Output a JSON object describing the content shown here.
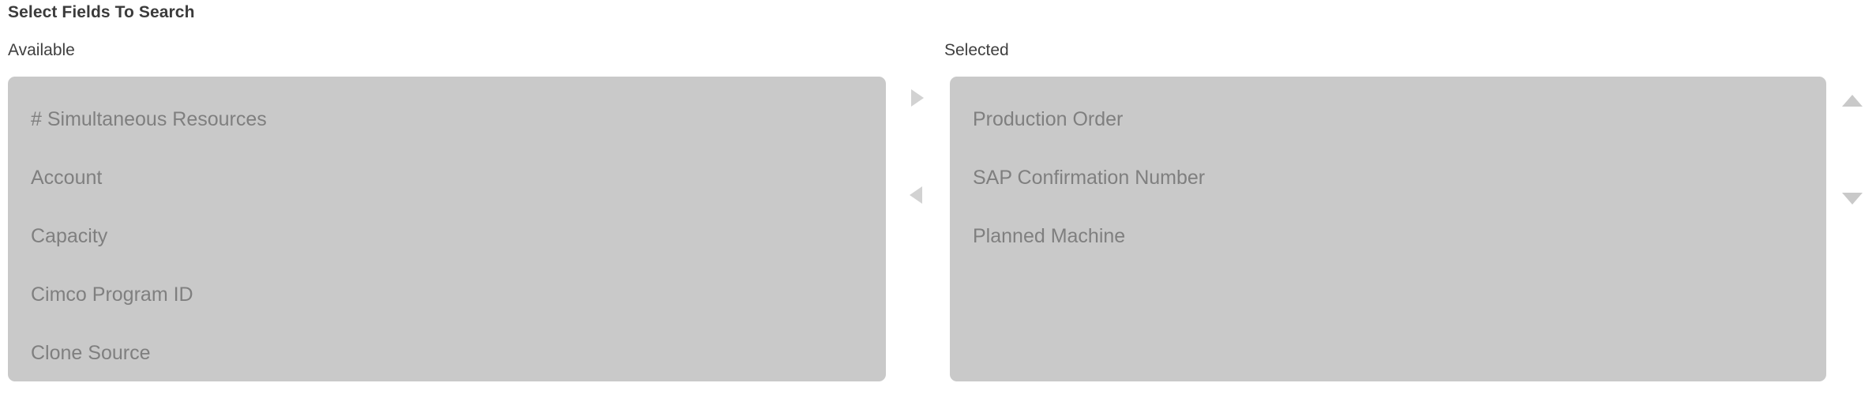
{
  "widget": {
    "title": "Select Fields To Search"
  },
  "available": {
    "label": "Available",
    "items": [
      {
        "label": "# Simultaneous Resources"
      },
      {
        "label": "Account"
      },
      {
        "label": "Capacity"
      },
      {
        "label": "Cimco Program ID"
      },
      {
        "label": "Clone Source"
      }
    ]
  },
  "selected": {
    "label": "Selected",
    "items": [
      {
        "label": "Production Order"
      },
      {
        "label": "SAP Confirmation Number"
      },
      {
        "label": "Planned Machine"
      }
    ]
  },
  "controls": {
    "move_right_icon": "triangle-right-icon",
    "move_left_icon": "triangle-left-icon",
    "move_up_icon": "triangle-up-icon",
    "move_down_icon": "triangle-down-icon"
  },
  "colors": {
    "listbox_background": "#c9c9c9",
    "item_text": "#7f7f7f",
    "label_text": "#3f3f3f",
    "title_text": "#3b3b3b",
    "transfer_arrow": "#d2d2d2",
    "reorder_arrow": "#c9c9c9",
    "page_background": "#ffffff"
  }
}
